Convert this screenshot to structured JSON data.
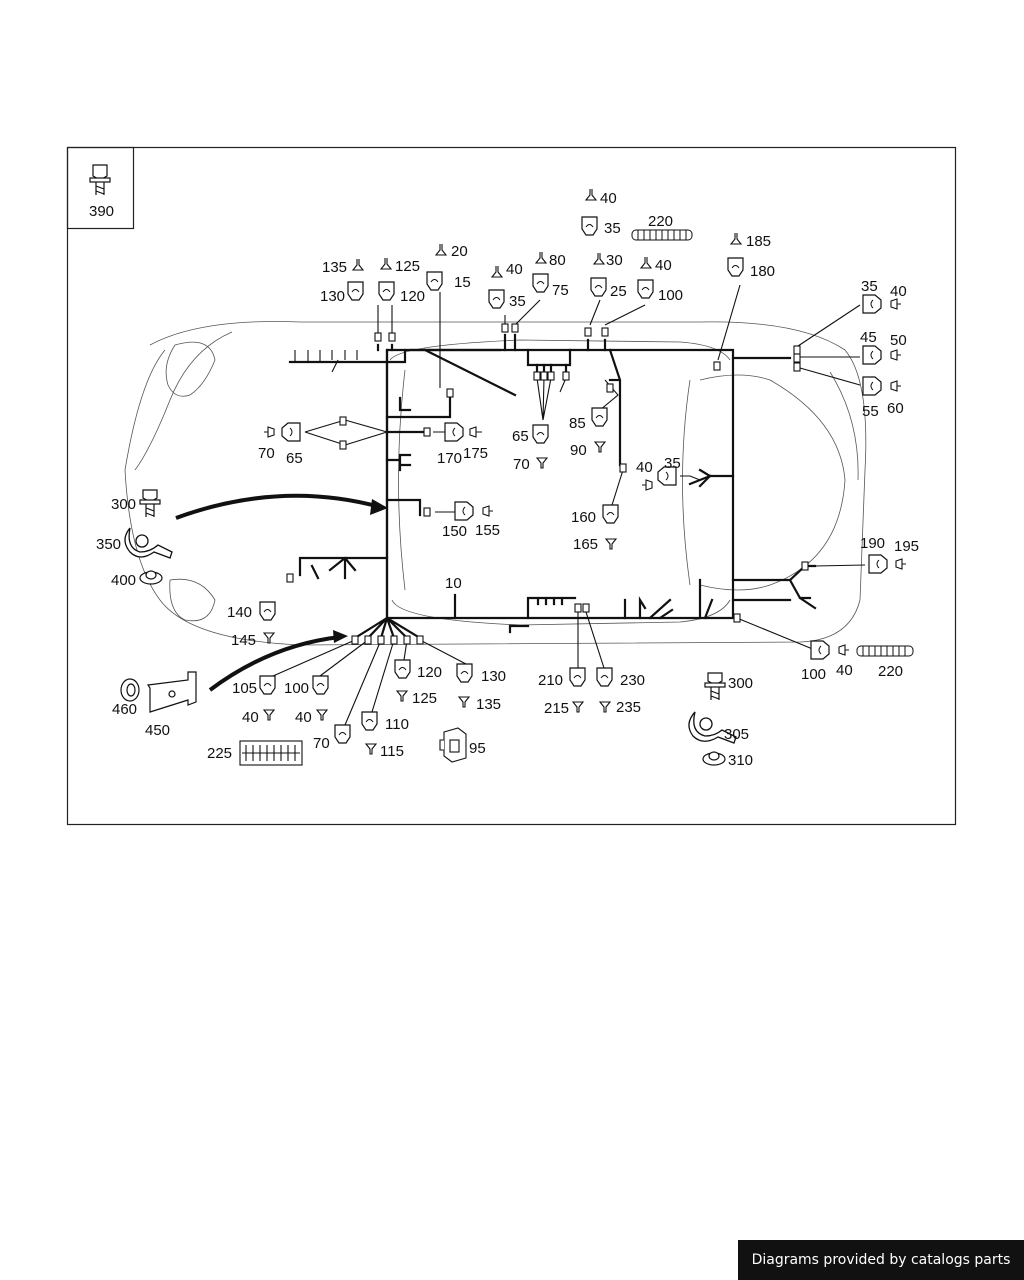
{
  "inset_label": "390",
  "main_harness_label": "10",
  "callouts": {
    "top_left": [
      "135",
      "125",
      "130",
      "120",
      "20",
      "15"
    ],
    "top_mid": [
      "40",
      "80",
      "35",
      "75",
      "30",
      "25",
      "40",
      "100",
      "40",
      "35"
    ],
    "top_right": [
      "220",
      "185",
      "180"
    ],
    "right_side": [
      "35",
      "40",
      "45",
      "50",
      "55",
      "60",
      "190",
      "195"
    ],
    "left_side": [
      "70",
      "65",
      "170",
      "175",
      "150",
      "155",
      "140",
      "145"
    ],
    "center": [
      "65",
      "70",
      "85",
      "90",
      "160",
      "165",
      "40",
      "35"
    ],
    "bottom_left": [
      "105",
      "100",
      "120",
      "130",
      "125",
      "135",
      "40",
      "40",
      "70",
      "110",
      "115",
      "95"
    ],
    "bottom_center": [
      "210",
      "230",
      "215",
      "235"
    ],
    "bottom_right": [
      "100",
      "40",
      "220"
    ],
    "fasteners_left": [
      "300",
      "350",
      "400"
    ],
    "bracket": [
      "460",
      "450"
    ],
    "fuse_block": "225",
    "fasteners_right": [
      "300",
      "305",
      "310"
    ]
  },
  "footer_text": "Diagrams provided by catalogs parts"
}
